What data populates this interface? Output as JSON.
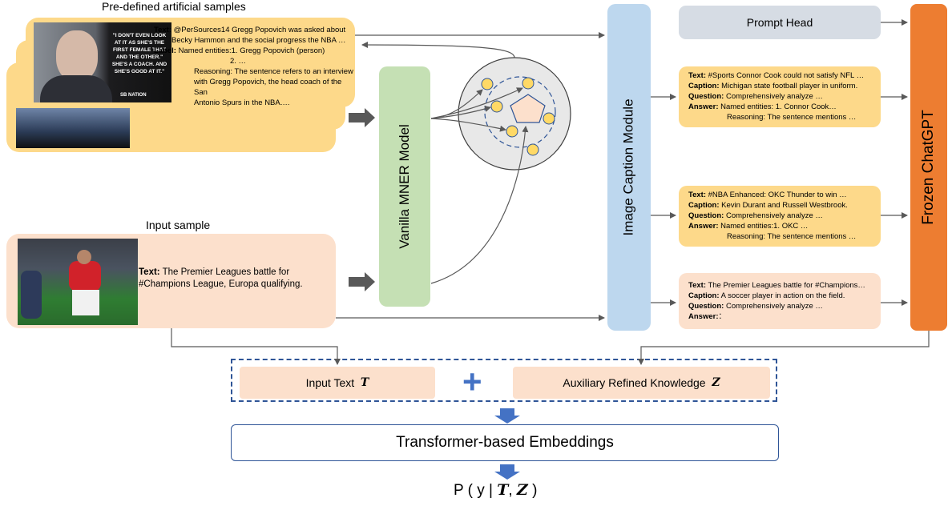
{
  "titles": {
    "predefined": "Pre-defined artificial samples",
    "input_sample": "Input sample"
  },
  "predefined_card": {
    "text_label": "Text:",
    "text_value": "@PerSources14 Gregg Popovich was asked about",
    "text_value2": "Becky Hammon and the social progress the NBA …",
    "label_label": "Label:",
    "label_value": "Named entities:1. Gregg Popovich (person)",
    "label_value2": "2. …",
    "reasoning1": "Reasoning: The sentence refers to an interview",
    "reasoning2": "with Gregg Popovich, the head coach of the San",
    "reasoning3": "Antonio Spurs in the NBA.…",
    "photo_quote": "\"I DON'T EVEN LOOK AT IT AS SHE'S THE FIRST FEMALE THAT AND THE OTHER.\" SHE'S A COACH. AND SHE'S GOOD AT IT.\"",
    "photo_brand": "SB NATION"
  },
  "input_card": {
    "text_label": "Text:",
    "text_value1": "The Premier Leagues battle for",
    "text_value2": "#Champions League, Europa qualifying."
  },
  "modules": {
    "mner": "Vanilla MNER Model",
    "caption": "Image Caption Module",
    "prompt_head": "Prompt Head",
    "chatgpt": "Frozen ChatGPT"
  },
  "prompt_cards": [
    {
      "text_label": "Text:",
      "text": "#Sports Connor Cook could not satisfy NFL …",
      "caption_label": "Caption:",
      "caption": "Michigan state football player in uniform.",
      "question_label": "Question:",
      "question": "Comprehensively analyze …",
      "answer_label": "Answer:",
      "answer": "Named entities: 1. Connor Cook…",
      "reasoning": "Reasoning: The sentence mentions …"
    },
    {
      "text_label": "Text:",
      "text": "#NBA Enhanced: OKC Thunder to win …",
      "caption_label": "Caption:",
      "caption": "Kevin Durant and Russell Westbrook.",
      "question_label": "Question:",
      "question": "Comprehensively analyze …",
      "answer_label": "Answer:",
      "answer": "Named entities:1. OKC …",
      "reasoning": "Reasoning: The sentence mentions …"
    },
    {
      "text_label": "Text:",
      "text": "The Premier Leagues battle for #Champions…",
      "caption_label": "Caption:",
      "caption": "A soccer player in action on the field.",
      "question_label": "Question:",
      "question": "Comprehensively analyze …",
      "answer_label": "Answer:",
      "answer": ""
    }
  ],
  "bottom": {
    "input_text": "Input Text",
    "input_text_symbol": "T",
    "plus": "+",
    "aux": "Auxiliary Refined Knowledge",
    "aux_symbol": "Z",
    "embeddings": "Transformer-based Embeddings",
    "output_prefix": "P ( y | ",
    "output_t": "T",
    "output_sep": ", ",
    "output_z": "Z",
    "output_suffix": " )"
  },
  "colors": {
    "yellow": "#fdd98a",
    "peach": "#fce0cc",
    "green": "#c5e0b4",
    "blue": "#bdd7ee",
    "gray": "#d6dce4",
    "orange": "#ed7d31",
    "dash": "#2f5597"
  }
}
